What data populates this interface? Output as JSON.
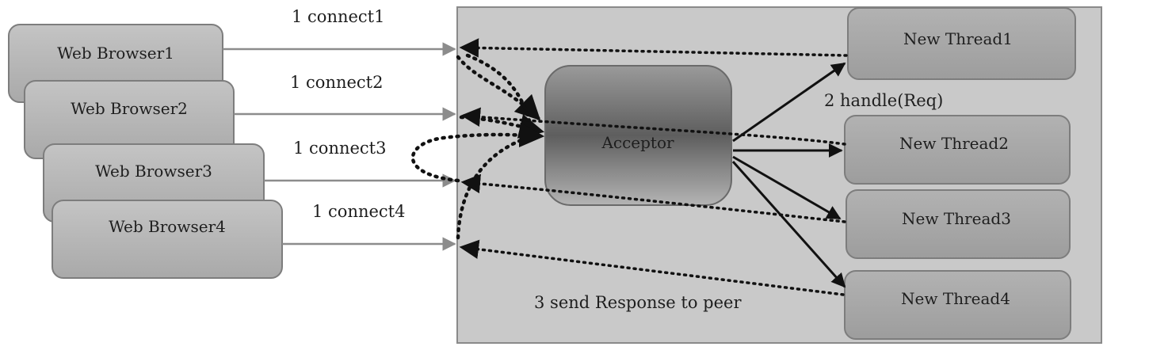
{
  "diagram": {
    "browsers": [
      {
        "label": "Web Browser1",
        "connect_label": "1 connect1"
      },
      {
        "label": "Web Browser2",
        "connect_label": "1 connect2"
      },
      {
        "label": "Web Browser3",
        "connect_label": "1 connect3"
      },
      {
        "label": "Web Browser4",
        "connect_label": "1 connect4"
      }
    ],
    "acceptor": {
      "label": "Acceptor"
    },
    "threads": [
      {
        "label": "New Thread1"
      },
      {
        "label": "New Thread2"
      },
      {
        "label": "New Thread3"
      },
      {
        "label": "New Thread4"
      }
    ],
    "handle_label": "2 handle(Req)",
    "response_label": "3 send Response to peer"
  }
}
